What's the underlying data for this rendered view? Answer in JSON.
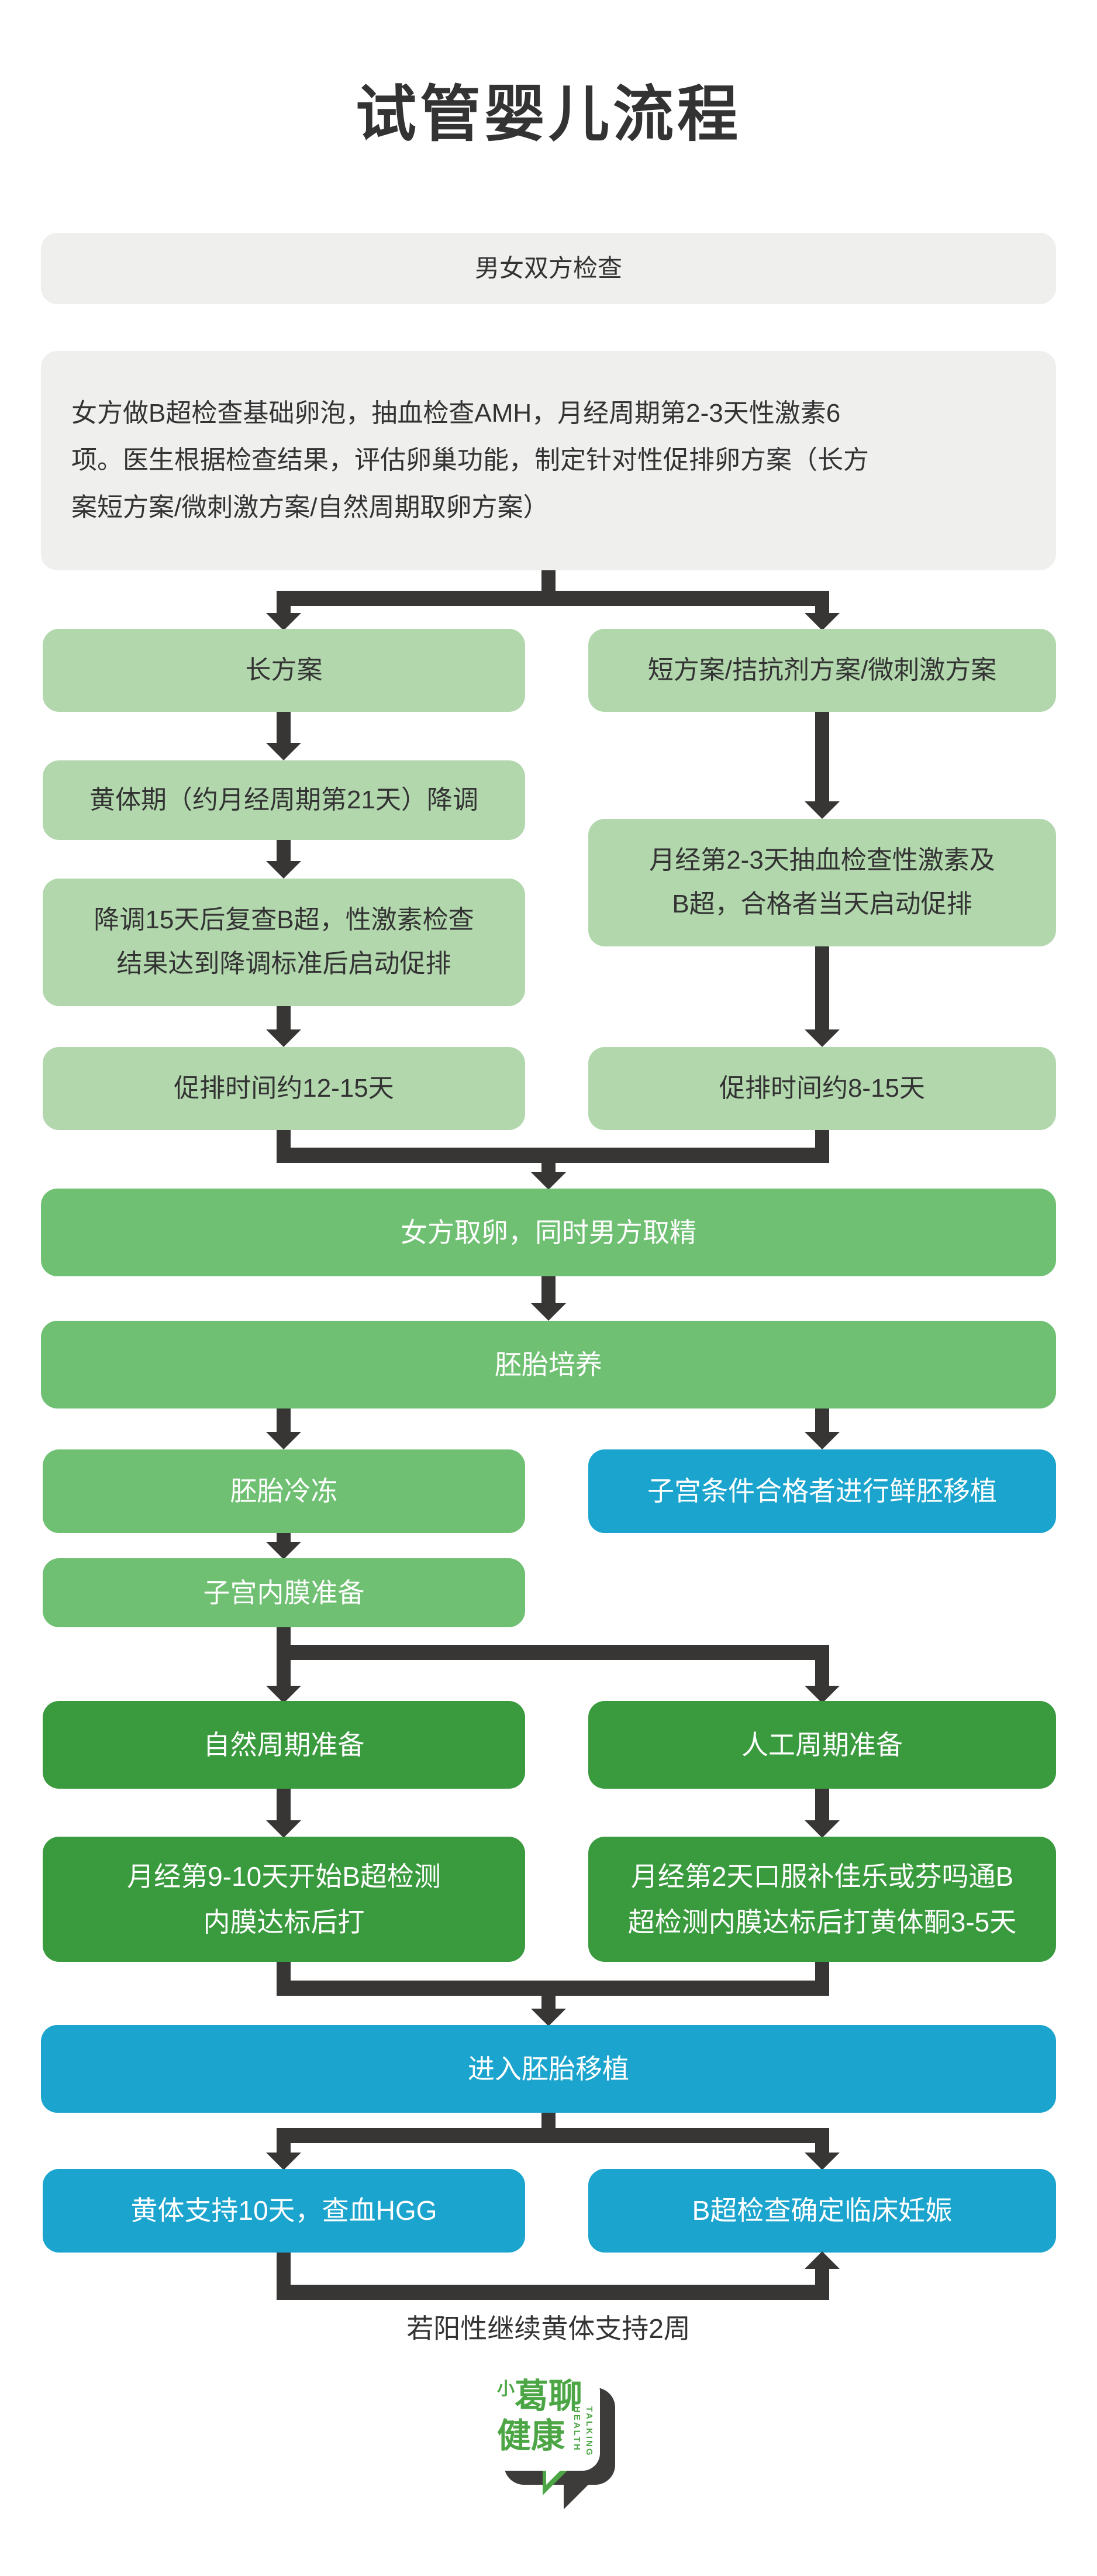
{
  "title": "试管婴儿流程",
  "flow": {
    "exam": "男女双方检查",
    "desc": "女方做B超检查基础卵泡，抽血检查AMH，月经周期第2-3天性激素6\n项。医生根据检查结果，评估卵巢功能，制定针对性促排卵方案（长方\n案短方案/微刺激方案/自然周期取卵方案）",
    "long_plan": "长方案",
    "short_plan": "短方案/拮抗剂方案/微刺激方案",
    "luteal": "黄体期（约月经周期第21天）降调",
    "downreg_check": "降调15天后复查B超，性激素检查\n结果达到降调标准后启动促排",
    "stim_12_15": "促排时间约12-15天",
    "menses_check": "月经第2-3天抽血检查性激素及\nB超，合格者当天启动促排",
    "stim_8_15": "促排时间约8-15天",
    "egg_retrieval": "女方取卵，同时男方取精",
    "embryo_culture": "胚胎培养",
    "embryo_freeze": "胚胎冷冻",
    "fresh_transfer": "子宫条件合格者进行鲜胚移植",
    "endometrium_prep": "子宫内膜准备",
    "natural_cycle": "自然周期准备",
    "artificial_cycle": "人工周期准备",
    "natural_detail": "月经第9-10天开始B超检测\n内膜达标后打",
    "artificial_detail": "月经第2天口服补佳乐或芬吗通B\n超检测内膜达标后打黄体酮3-5天",
    "enter_transfer": "进入胚胎移植",
    "luteal_support": "黄体支持10天，查血HGG",
    "ultrasound_confirm": "B超检查确定临床妊娠",
    "note": "若阳性继续黄体支持2周"
  },
  "logo": {
    "small": "小",
    "top": "葛聊",
    "bottom": "健康",
    "english": "HEALTH\nTALKING"
  },
  "colors": {
    "light_green": "#b2d7ad",
    "medium_green": "#6fc072",
    "dark_green": "#3a9a3e",
    "blue": "#1ba4cd",
    "gray": "#efefee",
    "arrow": "#383634",
    "logo_green": "#4ca645"
  }
}
